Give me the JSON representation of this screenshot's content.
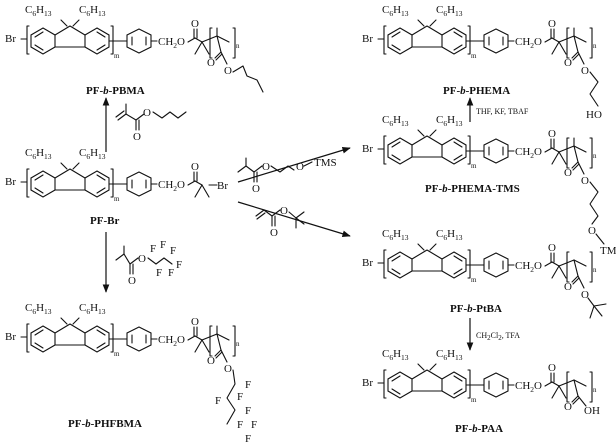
{
  "compounds": {
    "pf_br": {
      "name": "PF-Br"
    },
    "pf_pbma": {
      "pre": "PF-",
      "mid": "b",
      "post": "-PBMA"
    },
    "pf_phfbma": {
      "pre": "PF-",
      "mid": "b",
      "post": "-PHFBMA"
    },
    "pf_phema_tms": {
      "pre": "PF-",
      "mid": "b",
      "post": "-PHEMA-TMS"
    },
    "pf_phema": {
      "pre": "PF-",
      "mid": "b",
      "post": "-PHEMA"
    },
    "pf_ptba": {
      "pre": "PF-",
      "mid": "b",
      "post": "-PtBA"
    },
    "pf_paa": {
      "pre": "PF-",
      "mid": "b",
      "post": "-PAA"
    }
  },
  "atoms": {
    "br": "Br",
    "c6h13_c": "C",
    "c6h13_6": "6",
    "c6h13_h": "H",
    "c6h13_13": "13",
    "ch2o": "CH2O",
    "o": "O",
    "oh": "OH",
    "ho": "HO",
    "f": "F",
    "tms": "TMS",
    "m": "m",
    "n": "n"
  },
  "conditions": {
    "deprotect_tms": "THF, KF, TBAF",
    "deprotect_tba_1": "CH",
    "deprotect_tba_2": "2",
    "deprotect_tba_3": "Cl",
    "deprotect_tba_4": "2",
    "deprotect_tba_5": ", TFA"
  }
}
